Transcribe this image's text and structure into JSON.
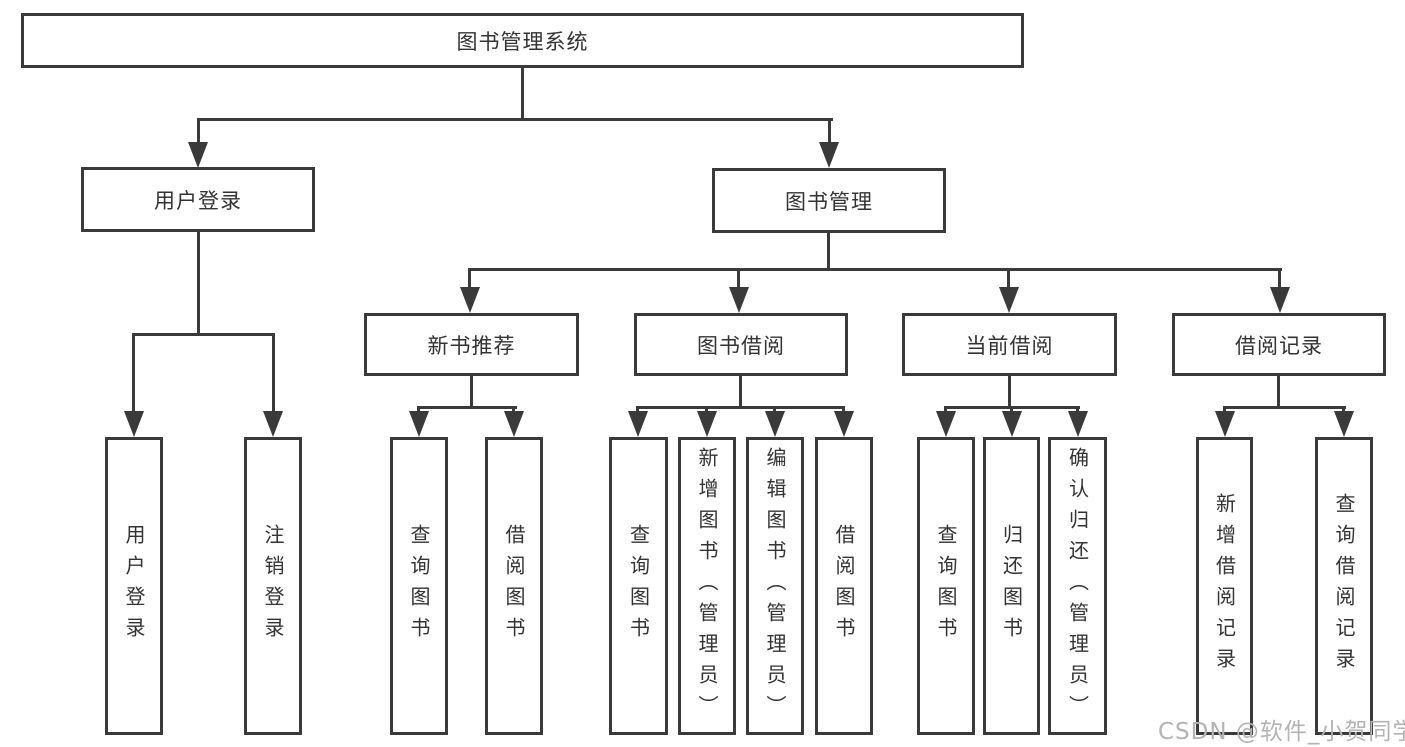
{
  "diagram": {
    "type": "tree",
    "root": {
      "label": "图书管理系统"
    },
    "branches": {
      "user_login": {
        "label": "用户登录",
        "children": [
          "用户登录",
          "注销登录"
        ]
      },
      "book_management": {
        "label": "图书管理",
        "children": {
          "new_book_recommend": {
            "label": "新书推荐",
            "children": [
              "查询图书",
              "借阅图书"
            ]
          },
          "book_borrow": {
            "label": "图书借阅",
            "children": [
              "查询图书",
              "新增图书（管理员）",
              "编辑图书（管理员）",
              "借阅图书"
            ]
          },
          "current_borrow": {
            "label": "当前借阅",
            "children": [
              "查询图书",
              "归还图书",
              "确认归还（管理员）"
            ]
          },
          "borrow_records": {
            "label": "借阅记录",
            "children": [
              "新增借阅记录",
              "查询借阅记录"
            ]
          }
        }
      }
    },
    "colors": {
      "line": "#3a3a3a",
      "box_border": "#3a3a3a",
      "box_fill": "#ffffff",
      "text": "#333333",
      "background": "#ffffff",
      "watermark": "#b3b3b3"
    }
  },
  "watermark": {
    "text": "CSDN @软件_小贺同学"
  }
}
